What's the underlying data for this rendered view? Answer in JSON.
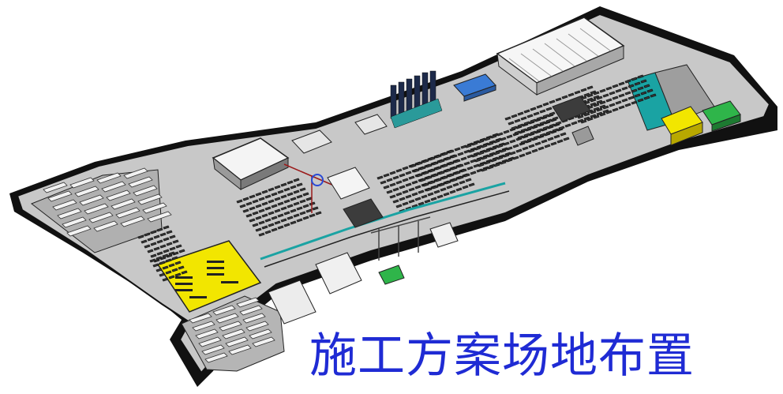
{
  "title": "施工方案场地布置",
  "colors": {
    "title": "#1f2bd4",
    "ground": "#c8c8c8",
    "border": "#111111",
    "highlight_yellow": "#f2e600",
    "water_teal": "#1aa3a3",
    "accent_green": "#2fb54a",
    "accent_blue": "#3a7bd5",
    "vehicle_dark": "#3c3c3c",
    "building_white": "#f4f4f4"
  },
  "scene_elements": [
    "site-boundary",
    "storage-yard-left",
    "storage-yard-bottom",
    "yellow-storage-area",
    "office-building",
    "warehouse-top",
    "workshop-right",
    "teal-water-area",
    "yellow-container",
    "green-container",
    "chimney-stacks",
    "blue-tanks",
    "vehicle-parking-rows",
    "rail-track",
    "crane-tower",
    "small-buildings-center"
  ]
}
